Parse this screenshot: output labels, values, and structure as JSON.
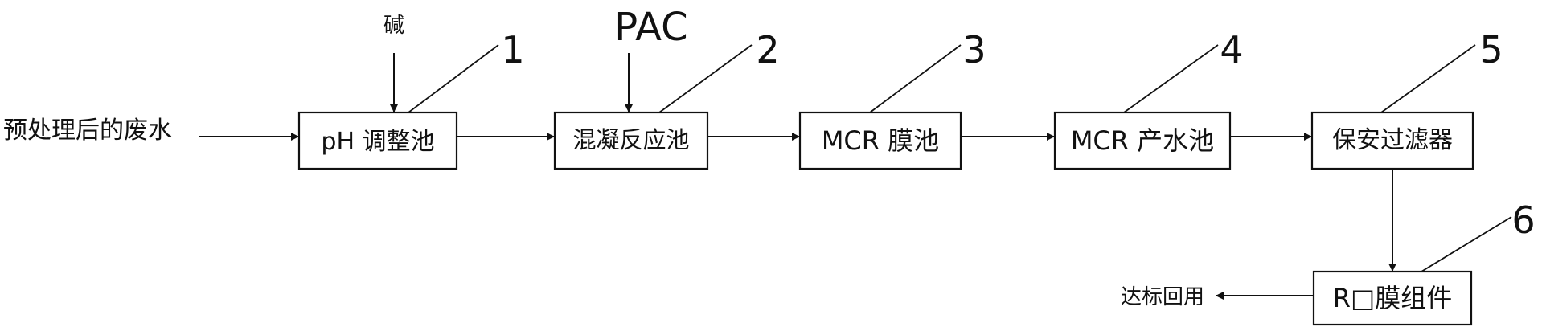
{
  "diagram": {
    "input_label": "预处理后的废水",
    "output_label": "达标回用",
    "boxes": [
      {
        "id": "ph-tank",
        "text": "pH 调整池",
        "number": "1",
        "feed": "碱"
      },
      {
        "id": "coag-tank",
        "text": "混凝反应池",
        "number": "2",
        "feed": "PAC"
      },
      {
        "id": "mcr-membrane-tank",
        "text": "MCR 膜池",
        "number": "3"
      },
      {
        "id": "mcr-product-tank",
        "text": "MCR 产水池",
        "number": "4"
      },
      {
        "id": "security-filter",
        "text": "保安过滤器",
        "number": "5"
      },
      {
        "id": "ro-module",
        "text": "R□膜组件",
        "number": "6"
      }
    ]
  }
}
